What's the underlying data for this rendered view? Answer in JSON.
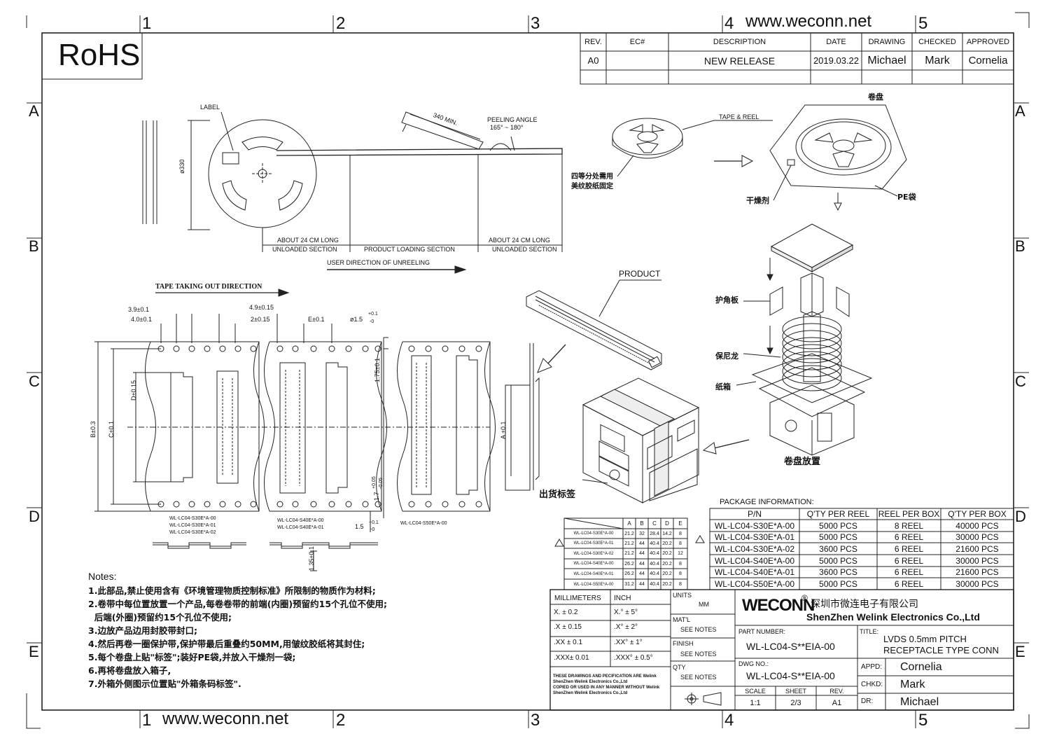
{
  "frame": {
    "top_numbers": [
      "1",
      "2",
      "3",
      "4",
      "5"
    ],
    "bottom_numbers": [
      "1",
      "2",
      "3",
      "4",
      "5"
    ],
    "side_letters": [
      "A",
      "B",
      "C",
      "D",
      "E"
    ],
    "website": "www.weconn.net"
  },
  "rohs": "RoHS",
  "revision": {
    "headers": [
      "REV.",
      "EC#",
      "DESCRIPTION",
      "DATE",
      "DRAWING",
      "CHECKED",
      "APPROVED"
    ],
    "row": [
      "A0",
      "",
      "NEW RELEASE",
      "2019.03.22",
      "Michael",
      "Mark",
      "Cornelia"
    ]
  },
  "reel_view": {
    "label": "LABEL",
    "diameter": "ø330",
    "min_len": "340 MIN.",
    "peeling": "PEELING ANGLE",
    "peeling_range": "165° ~ 180°",
    "about_left": "ABOUT 24 CM LONG",
    "unloaded_left": "UNLOADED SECTION",
    "product_loading": "PRODUCT LOADING SECTION",
    "about_right": "ABOUT 24 CM LONG",
    "unloaded_right": "UNLOADED SECTION",
    "user_direction": "USER DIRECTION OF UNREELING"
  },
  "tape_reel": {
    "label": "TAPE & REEL",
    "fix_note_1": "四等分处需用",
    "fix_note_2": "美纹胶纸固定",
    "reel_cn": "卷盘",
    "desiccant": "干燥剂",
    "pe_bag": "PE袋"
  },
  "tape": {
    "direction": "TAPE TAKING OUT DIRECTION",
    "dim_39": "3.9±0.1",
    "dim_40": "4.0±0.1",
    "dim_49": "4.9±0.15",
    "dim_2": "2±0.15",
    "dim_e": "E±0.1",
    "dim_hole": "ø1.5",
    "dim_hole_tol": "+0.1",
    "dim_hole_tol2": "-0",
    "dim_175": "1.75±0.1",
    "dim_d": "D±0.15",
    "dim_b": "B±0.3",
    "dim_c": "C±0.1",
    "dim_a": "A ±0.1",
    "dim_17": "1.7",
    "dim_17_tol": "+0.05",
    "dim_17_tol2": "-0.05",
    "dim_15": "1.5",
    "dim_15_tol": "+0.1",
    "dim_15_tol2": "-0",
    "dim_135": "1.35±0.1",
    "pn_group1": [
      "WL-LC04-S30E*A-00",
      "WL-LC04-S30E*A-01",
      "WL-LC04-S30E*A-02"
    ],
    "pn_group2": [
      "WL-LC04-S40E*A-00",
      "WL-LC04-S40E*A-01"
    ],
    "pn_group3": [
      "WL-LC04-S50E*A-00"
    ]
  },
  "product": {
    "label": "PRODUCT",
    "corner_board": "护角板",
    "nylon": "保尼龙",
    "carton": "纸箱",
    "reel_place": "卷盘放置",
    "ship_label": "出货标签"
  },
  "dim_table": {
    "headers": [
      "",
      "A",
      "B",
      "C",
      "D",
      "E"
    ],
    "rows": [
      [
        "WL-LC04-S30E*A-00",
        "21.2",
        "32",
        "28.4",
        "14.2",
        "8"
      ],
      [
        "WL-LC04-S30E*A-01",
        "21.2",
        "44",
        "40.4",
        "20.2",
        "8"
      ],
      [
        "WL-LC04-S30E*A-02",
        "21.2",
        "44",
        "40.4",
        "20.2",
        "12"
      ],
      [
        "WL-LC04-S40E*A-00",
        "26.2",
        "44",
        "40.4",
        "20.2",
        "8"
      ],
      [
        "WL-LC04-S40E*A-01",
        "26.2",
        "44",
        "40.4",
        "20.2",
        "8"
      ],
      [
        "WL-LC04-S50E*A-00",
        "31.2",
        "44",
        "40.4",
        "20.2",
        "8"
      ]
    ]
  },
  "package": {
    "title": "PACKAGE INFORMATION:",
    "headers": [
      "P/N",
      "Q'TY PER REEL",
      "REEL PER BOX",
      "Q'TY PER BOX"
    ],
    "rows": [
      [
        "WL-LC04-S30E*A-00",
        "5000  PCS",
        "8  REEL",
        "40000  PCS"
      ],
      [
        "WL-LC04-S30E*A-01",
        "5000  PCS",
        "6  REEL",
        "30000  PCS"
      ],
      [
        "WL-LC04-S30E*A-02",
        "3600  PCS",
        "6  REEL",
        "21600  PCS"
      ],
      [
        "WL-LC04-S40E*A-00",
        "5000  PCS",
        "6  REEL",
        "30000  PCS"
      ],
      [
        "WL-LC04-S40E*A-01",
        "3600  PCS",
        "6  REEL",
        "21600  PCS"
      ],
      [
        "WL-LC04-S50E*A-00",
        "5000  PCS",
        "6  REEL",
        "30000  PCS"
      ]
    ]
  },
  "notes": {
    "title": "Notes:",
    "lines": [
      "1.此部品,禁止使用含有《环境管理物质控制标准》所限制的物质作为材料;",
      "2.卷带中每位置放置一个产品,每卷卷带的前端(内圈)预留约15个孔位不使用;",
      "  后端(外圈)预留约15个孔位不使用;",
      "3.边放产品边用封胶带封口;",
      "4.然后再卷一圈保护带,保护带最后重叠约50MM,用皱纹胶纸将其封住;",
      "5.每个卷盘上贴\"标签\";装好PE袋,并放入干燥剂一袋;",
      "6.再将卷盘放入箱子,",
      "7.外箱外侧图示位置贴\"外箱条码标签\"."
    ]
  },
  "tolerance": {
    "mm": "MILLIMETERS",
    "inch": "INCH",
    "mm_rows": [
      "X.   ±  0.2",
      ".X    ± 0.15",
      ".XX  ± 0.1",
      ".XXX±  0.01"
    ],
    "inch_rows": [
      "X.°   ±  5°",
      ".X°   ±  2°",
      ".XX°  ±  1°",
      ".XXX°  ± 0.5°"
    ],
    "disclaimer": [
      "THESE DRAWINGS AND PECIFICATION  ARE Welink",
      "ShenZhen Welink Electronics Co.,Ltd",
      " COPIED OR USED IN ANY MANNER WITHOUT Welink",
      "ShenZhen Welink Electronics Co.,Ltd"
    ]
  },
  "title_block": {
    "units": "UNITS",
    "units_val": "MM",
    "matl": "MAT'L",
    "matl_val": "SEE NOTES",
    "finish": "FINISH",
    "finish_val": "SEE NOTES",
    "qty": "QTY",
    "qty_val": "SEE NOTES",
    "brand": "WECONN",
    "reg": "®",
    "company_cn": "深圳市微连电子有限公司",
    "company_en": "ShenZhen Welink Electronics Co.,Ltd",
    "part_label": "PART NUMBER:",
    "part_value": "WL-LC04-S**EIA-00",
    "title_label": "TITLE:",
    "title_1": "LVDS 0.5mm PITCH",
    "title_2": "RECEPTACLE TYPE CONN",
    "dwg_label": "DWG NO.:",
    "dwg_value": "WL-LC04-S**EIA-00",
    "scale_label": "SCALE",
    "scale_value": "1:1",
    "sheet_label": "SHEET",
    "sheet_value": "2/3",
    "rev_label": "REV.",
    "rev_value": "A1",
    "appd": "APPD:",
    "appd_val": "Cornelia",
    "chkd": "CHKD:",
    "chkd_val": "Mark",
    "dr": "DR:",
    "dr_val": "Michael"
  }
}
